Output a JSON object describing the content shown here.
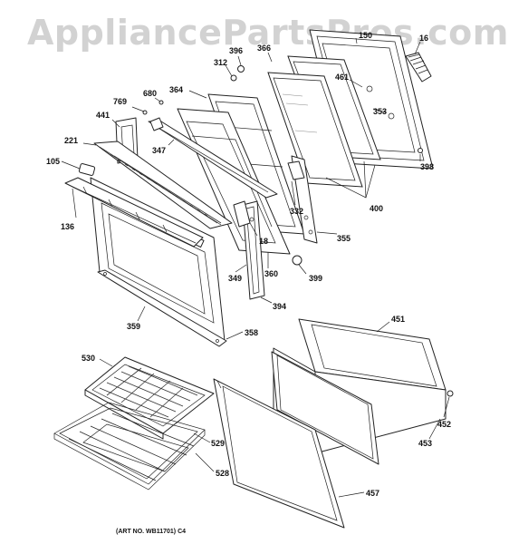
{
  "watermark": "AppliancePartsPros.com",
  "art_number": "(ART NO. WB11701) C4",
  "part_labels": [
    {
      "id": "l-396",
      "text": "396"
    },
    {
      "id": "l-366",
      "text": "366"
    },
    {
      "id": "l-150",
      "text": "150"
    },
    {
      "id": "l-16",
      "text": "16"
    },
    {
      "id": "l-312",
      "text": "312"
    },
    {
      "id": "l-680",
      "text": "680"
    },
    {
      "id": "l-364",
      "text": "364"
    },
    {
      "id": "l-461",
      "text": "461"
    },
    {
      "id": "l-769",
      "text": "769"
    },
    {
      "id": "l-441",
      "text": "441"
    },
    {
      "id": "l-353",
      "text": "353"
    },
    {
      "id": "l-221",
      "text": "221"
    },
    {
      "id": "l-347",
      "text": "347"
    },
    {
      "id": "l-398",
      "text": "398"
    },
    {
      "id": "l-105",
      "text": "105"
    },
    {
      "id": "l-400",
      "text": "400"
    },
    {
      "id": "l-332",
      "text": "332"
    },
    {
      "id": "l-136",
      "text": "136"
    },
    {
      "id": "l-18",
      "text": "18"
    },
    {
      "id": "l-355",
      "text": "355"
    },
    {
      "id": "l-360",
      "text": "360"
    },
    {
      "id": "l-349",
      "text": "349"
    },
    {
      "id": "l-399",
      "text": "399"
    },
    {
      "id": "l-394",
      "text": "394"
    },
    {
      "id": "l-451",
      "text": "451"
    },
    {
      "id": "l-359",
      "text": "359"
    },
    {
      "id": "l-358",
      "text": "358"
    },
    {
      "id": "l-530",
      "text": "530"
    },
    {
      "id": "l-452",
      "text": "452"
    },
    {
      "id": "l-453",
      "text": "453"
    },
    {
      "id": "l-529",
      "text": "529"
    },
    {
      "id": "l-528",
      "text": "528"
    },
    {
      "id": "l-457",
      "text": "457"
    }
  ]
}
